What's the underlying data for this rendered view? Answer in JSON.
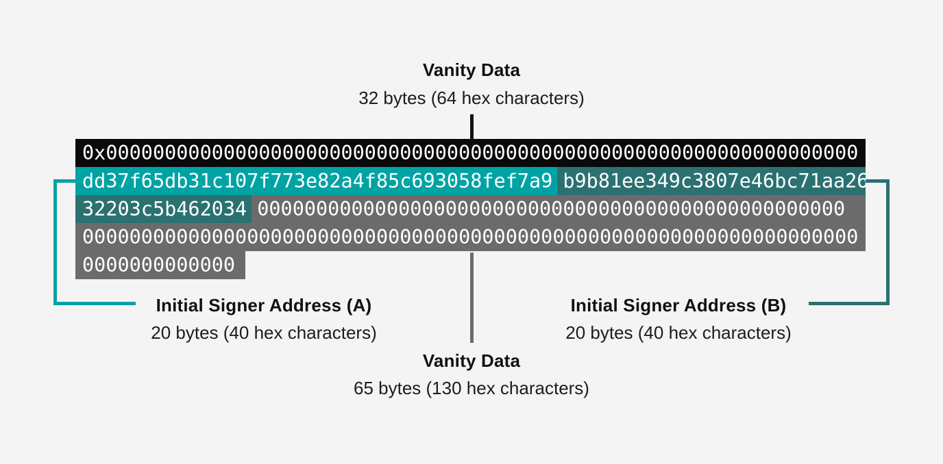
{
  "top_label": {
    "title": "Vanity Data",
    "subtitle": "32 bytes (64 hex characters)"
  },
  "signer_a_label": {
    "title": "Initial Signer Address (A)",
    "subtitle": "20 bytes (40 hex characters)"
  },
  "signer_b_label": {
    "title": "Initial Signer Address (B)",
    "subtitle": "20 bytes (40 hex characters)"
  },
  "bottom_label": {
    "title": "Vanity Data",
    "subtitle": "65 bytes (130 hex characters)"
  },
  "bars": {
    "row1": {
      "vanity_prefix": "0x0000000000000000000000000000000000000000000000000000000000000000"
    },
    "row2": {
      "address_a": "dd37f65db31c107f773e82a4f85c693058fef7a9",
      "address_b_part1": "b9b81ee349c3807e46bc71aa26"
    },
    "row3": {
      "address_b_part2": "32203c5b462034",
      "zeros": "00000000000000000000000000000000000000000000000000"
    },
    "row4": {
      "zeros": "000000000000000000000000000000000000000000000000000000000000000000"
    },
    "row5": {
      "zeros": "0000000000000"
    }
  },
  "colors": {
    "background": "#f4f4f5",
    "prefix_bar": "#0a0a0a",
    "address_a": "#00a3a3",
    "address_b": "#2b7171",
    "filler_gray": "#6b6b6b",
    "bar_text": "#ffffff",
    "label_text": "#111111"
  }
}
